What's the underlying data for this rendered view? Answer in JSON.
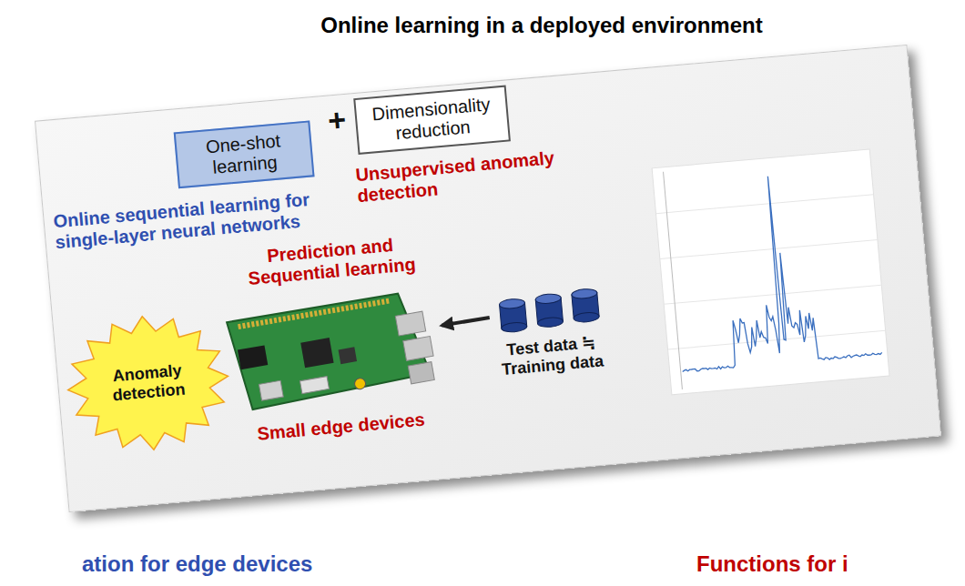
{
  "diagram": {
    "title": "Online learning in a deployed environment",
    "nodes": [
      {
        "text": [
          "One-shot learning"
        ]
      },
      {
        "text": [
          "Dimensionality reduction"
        ]
      },
      {
        "text": [
          "Anomaly detection"
        ]
      }
    ],
    "labels": [
      "+",
      "Online sequential learning for single-layer neural networks",
      "Unsupervised anomaly detection",
      "Prediction and Sequential learning",
      "Test data ≒ Training data",
      "Small edge devices",
      "ation for edge devices",
      "Functions for i"
    ]
  }
}
